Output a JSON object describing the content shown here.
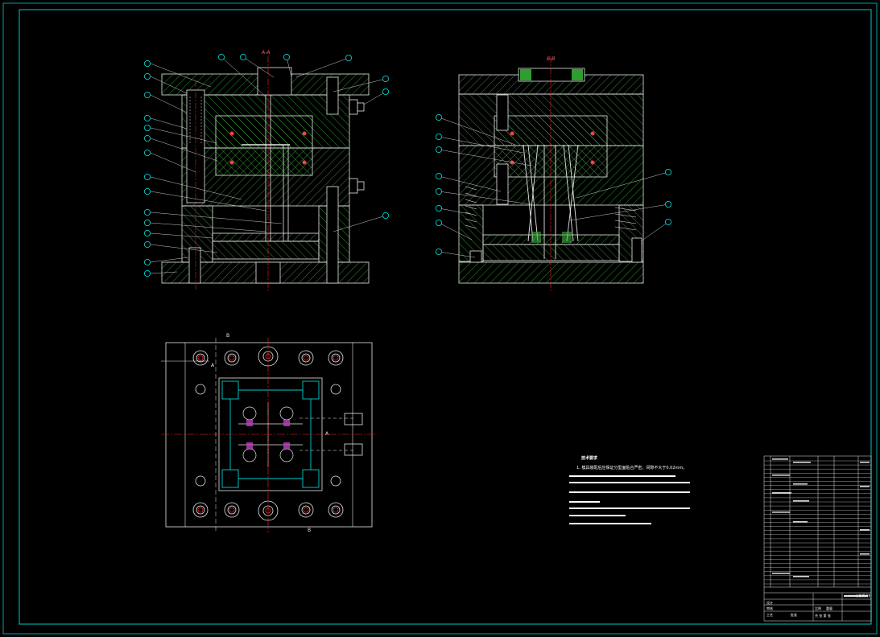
{
  "drawing": {
    "section_a_title": "A-A",
    "section_b_title": "B-B",
    "plan_markers": [
      "B",
      "A",
      "A",
      "B"
    ],
    "colors": {
      "background": "#000000",
      "frame": "#00c8c8",
      "hatch": "#3fae3f",
      "outline": "#e6e6e6",
      "center_line": "#ff2020",
      "balloon": "#00e0e0",
      "cooling": "#00b0b0"
    }
  },
  "technical_requirements": {
    "heading": "技术要求",
    "lines": [
      "1. 模具装配后应保证分型面贴合严密，间隙不大于0.02mm。",
      "",
      "",
      "",
      "",
      ""
    ]
  },
  "title_block": {
    "drawing_name": "××××注塑模具装配图",
    "labels": [
      "设计",
      "审核",
      "工艺",
      "批准",
      "比例",
      "重量",
      "共 张 第 张"
    ]
  }
}
